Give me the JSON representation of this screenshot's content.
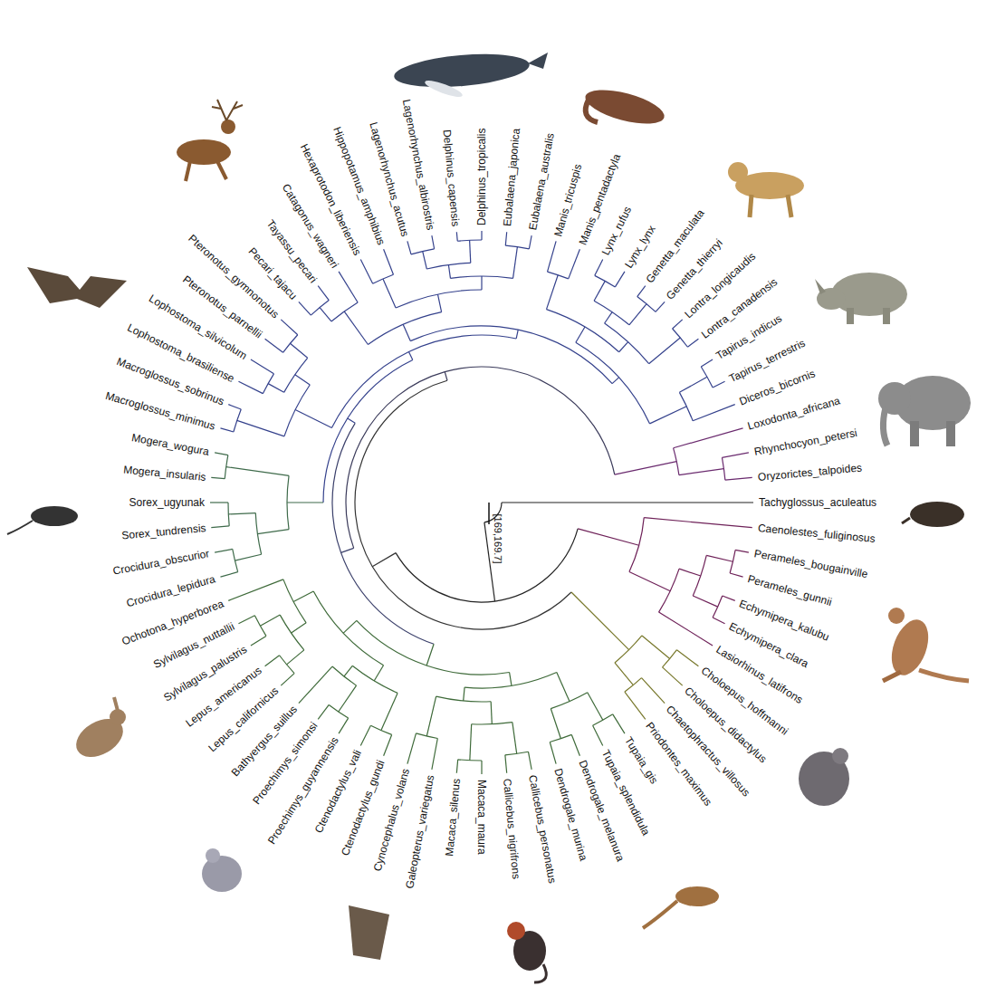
{
  "diagram": {
    "labels": [
      "Tachyglossus_aculeatus",
      "Caenolestes_fuliginosus",
      "Perameles_bougainville",
      "Perameles_gunnii",
      "Echymipera_kalubu",
      "Echymipera_clara",
      "Lasiorhinus_latifrons",
      "Choloepus_hoffmanni",
      "Choloepus_didactylus",
      "Chaetophractus_villosus",
      "Priodontes_maximus",
      "Tupaia_gis",
      "Tupaia_splendidula",
      "Dendrogale_melanura",
      "Dendrogale_murina",
      "Callicebus_personatus",
      "Callicebus_nigrifrons",
      "Macaca_maura",
      "Macaca_silenus",
      "Galeopterus_variegatus",
      "Cynocephalus_volans",
      "Ctenodactylus_gundi",
      "Ctenodactylus_vali",
      "Proechimys_guyannensis",
      "Proechimys_simonsi",
      "Bathyergus_suillus",
      "Lepus_californicus",
      "Lepus_americanus",
      "Sylvilagus_palustris",
      "Sylvilagus_nuttallii",
      "Ochotona_hyperborea",
      "Crocidura_lepidura",
      "Crocidura_obscurior",
      "Sorex_tundrensis",
      "Sorex_ugyunak",
      "Mogera_insularis",
      "Mogera_wogura",
      "Macroglossus_minimus",
      "Macroglossus_sobrinus",
      "Lophostoma_brasiliense",
      "Lophostoma_silvicolum",
      "Pteronotus_parnellii",
      "Pteronotus_gymnonotus",
      "Pecari_tajacu",
      "Tayassu_pecari",
      "Catagonus_wagneri",
      "Hexaprotodon_liberiensis",
      "Hippopotamus_amphibius",
      "Lagenorhynchus_acutus",
      "Lagenorhynchus_albirostris",
      "Delphinus_capensis",
      "Delphinus_tropicalis",
      "Eubalaena_japonica",
      "Eubalaena_australis",
      "Manis_tricuspis",
      "Manis_pentadactyla",
      "Lynx_rufus",
      "Lynx_lynx",
      "Genetta_maculata",
      "Genetta_thierryi",
      "Lontra_longicaudis",
      "Lontra_canadensis",
      "Tapirus_indicus",
      "Tapirus_terrestris",
      "Diceros_bicornis",
      "Loxodonta_africana",
      "Rhynchocyon_petersi",
      "Oryzorictes_talpoides",
      "[169,169.7]"
    ]
  }
}
